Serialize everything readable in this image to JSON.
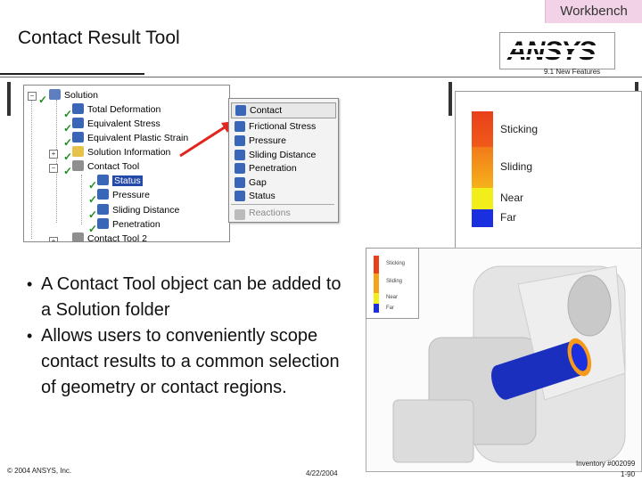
{
  "header": {
    "badge": "Workbench",
    "title": "Contact Result Tool",
    "logo_text": "ANSYS",
    "logo_sub": "9.1 New Features"
  },
  "tree": {
    "items": [
      {
        "label": "Solution"
      },
      {
        "label": "Total Deformation"
      },
      {
        "label": "Equivalent Stress"
      },
      {
        "label": "Equivalent Plastic Strain"
      },
      {
        "label": "Solution Information"
      },
      {
        "label": "Contact Tool"
      },
      {
        "label": "Status"
      },
      {
        "label": "Pressure"
      },
      {
        "label": "Sliding Distance"
      },
      {
        "label": "Penetration"
      },
      {
        "label": "Contact Tool 2"
      }
    ]
  },
  "menu": {
    "header": "Contact",
    "items": [
      "Frictional Stress",
      "Pressure",
      "Sliding Distance",
      "Penetration",
      "Gap",
      "Status"
    ],
    "disabled": "Reactions"
  },
  "legend": {
    "labels": [
      "Sticking",
      "Sliding",
      "Near",
      "Far"
    ],
    "colors": {
      "sticking": "#e8401a",
      "sliding": "#f5a21a",
      "near": "#f2ee1a",
      "far": "#1a2fe0"
    }
  },
  "mini_legend": {
    "labels": [
      "Sticking",
      "Sliding",
      "Near",
      "Far"
    ]
  },
  "bullets": [
    "A Contact Tool object can be added to a Solution folder",
    "Allows users to conveniently scope contact results to a common selection of geometry or contact regions."
  ],
  "footer": {
    "copyright": "© 2004 ANSYS, Inc.",
    "date": "4/22/2004",
    "inventory": "Inventory #002099",
    "page": "1-90"
  },
  "accent_colors": {
    "badge_bg": "#f2d2e6",
    "arrow": "#e0261e",
    "selection": "#2449a8"
  }
}
